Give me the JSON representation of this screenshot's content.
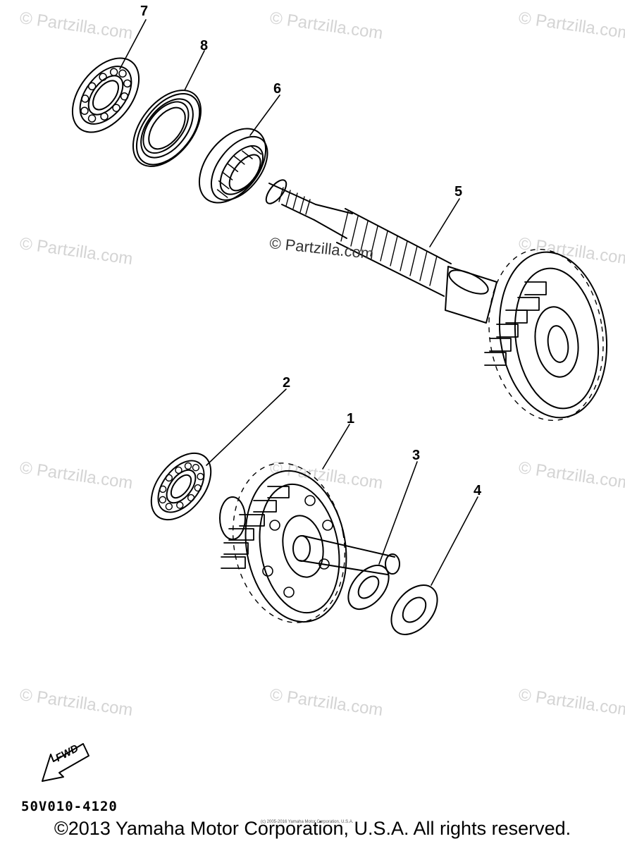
{
  "watermark": "© Partzilla.com",
  "watermark_center": "© Partzilla.com",
  "callouts": {
    "c7": "7",
    "c8": "8",
    "c6": "6",
    "c5": "5",
    "c2": "2",
    "c1": "1",
    "c3": "3",
    "c4": "4"
  },
  "fwd_label": "FWD",
  "diagram_code": "50V010-4120",
  "copyright": "©2013 Yamaha Motor Corporation, U.S.A. All rights reserved.",
  "tiny_copyright": "(c) 2005-2016 Yamaha Motor Corporation, U.S.A."
}
